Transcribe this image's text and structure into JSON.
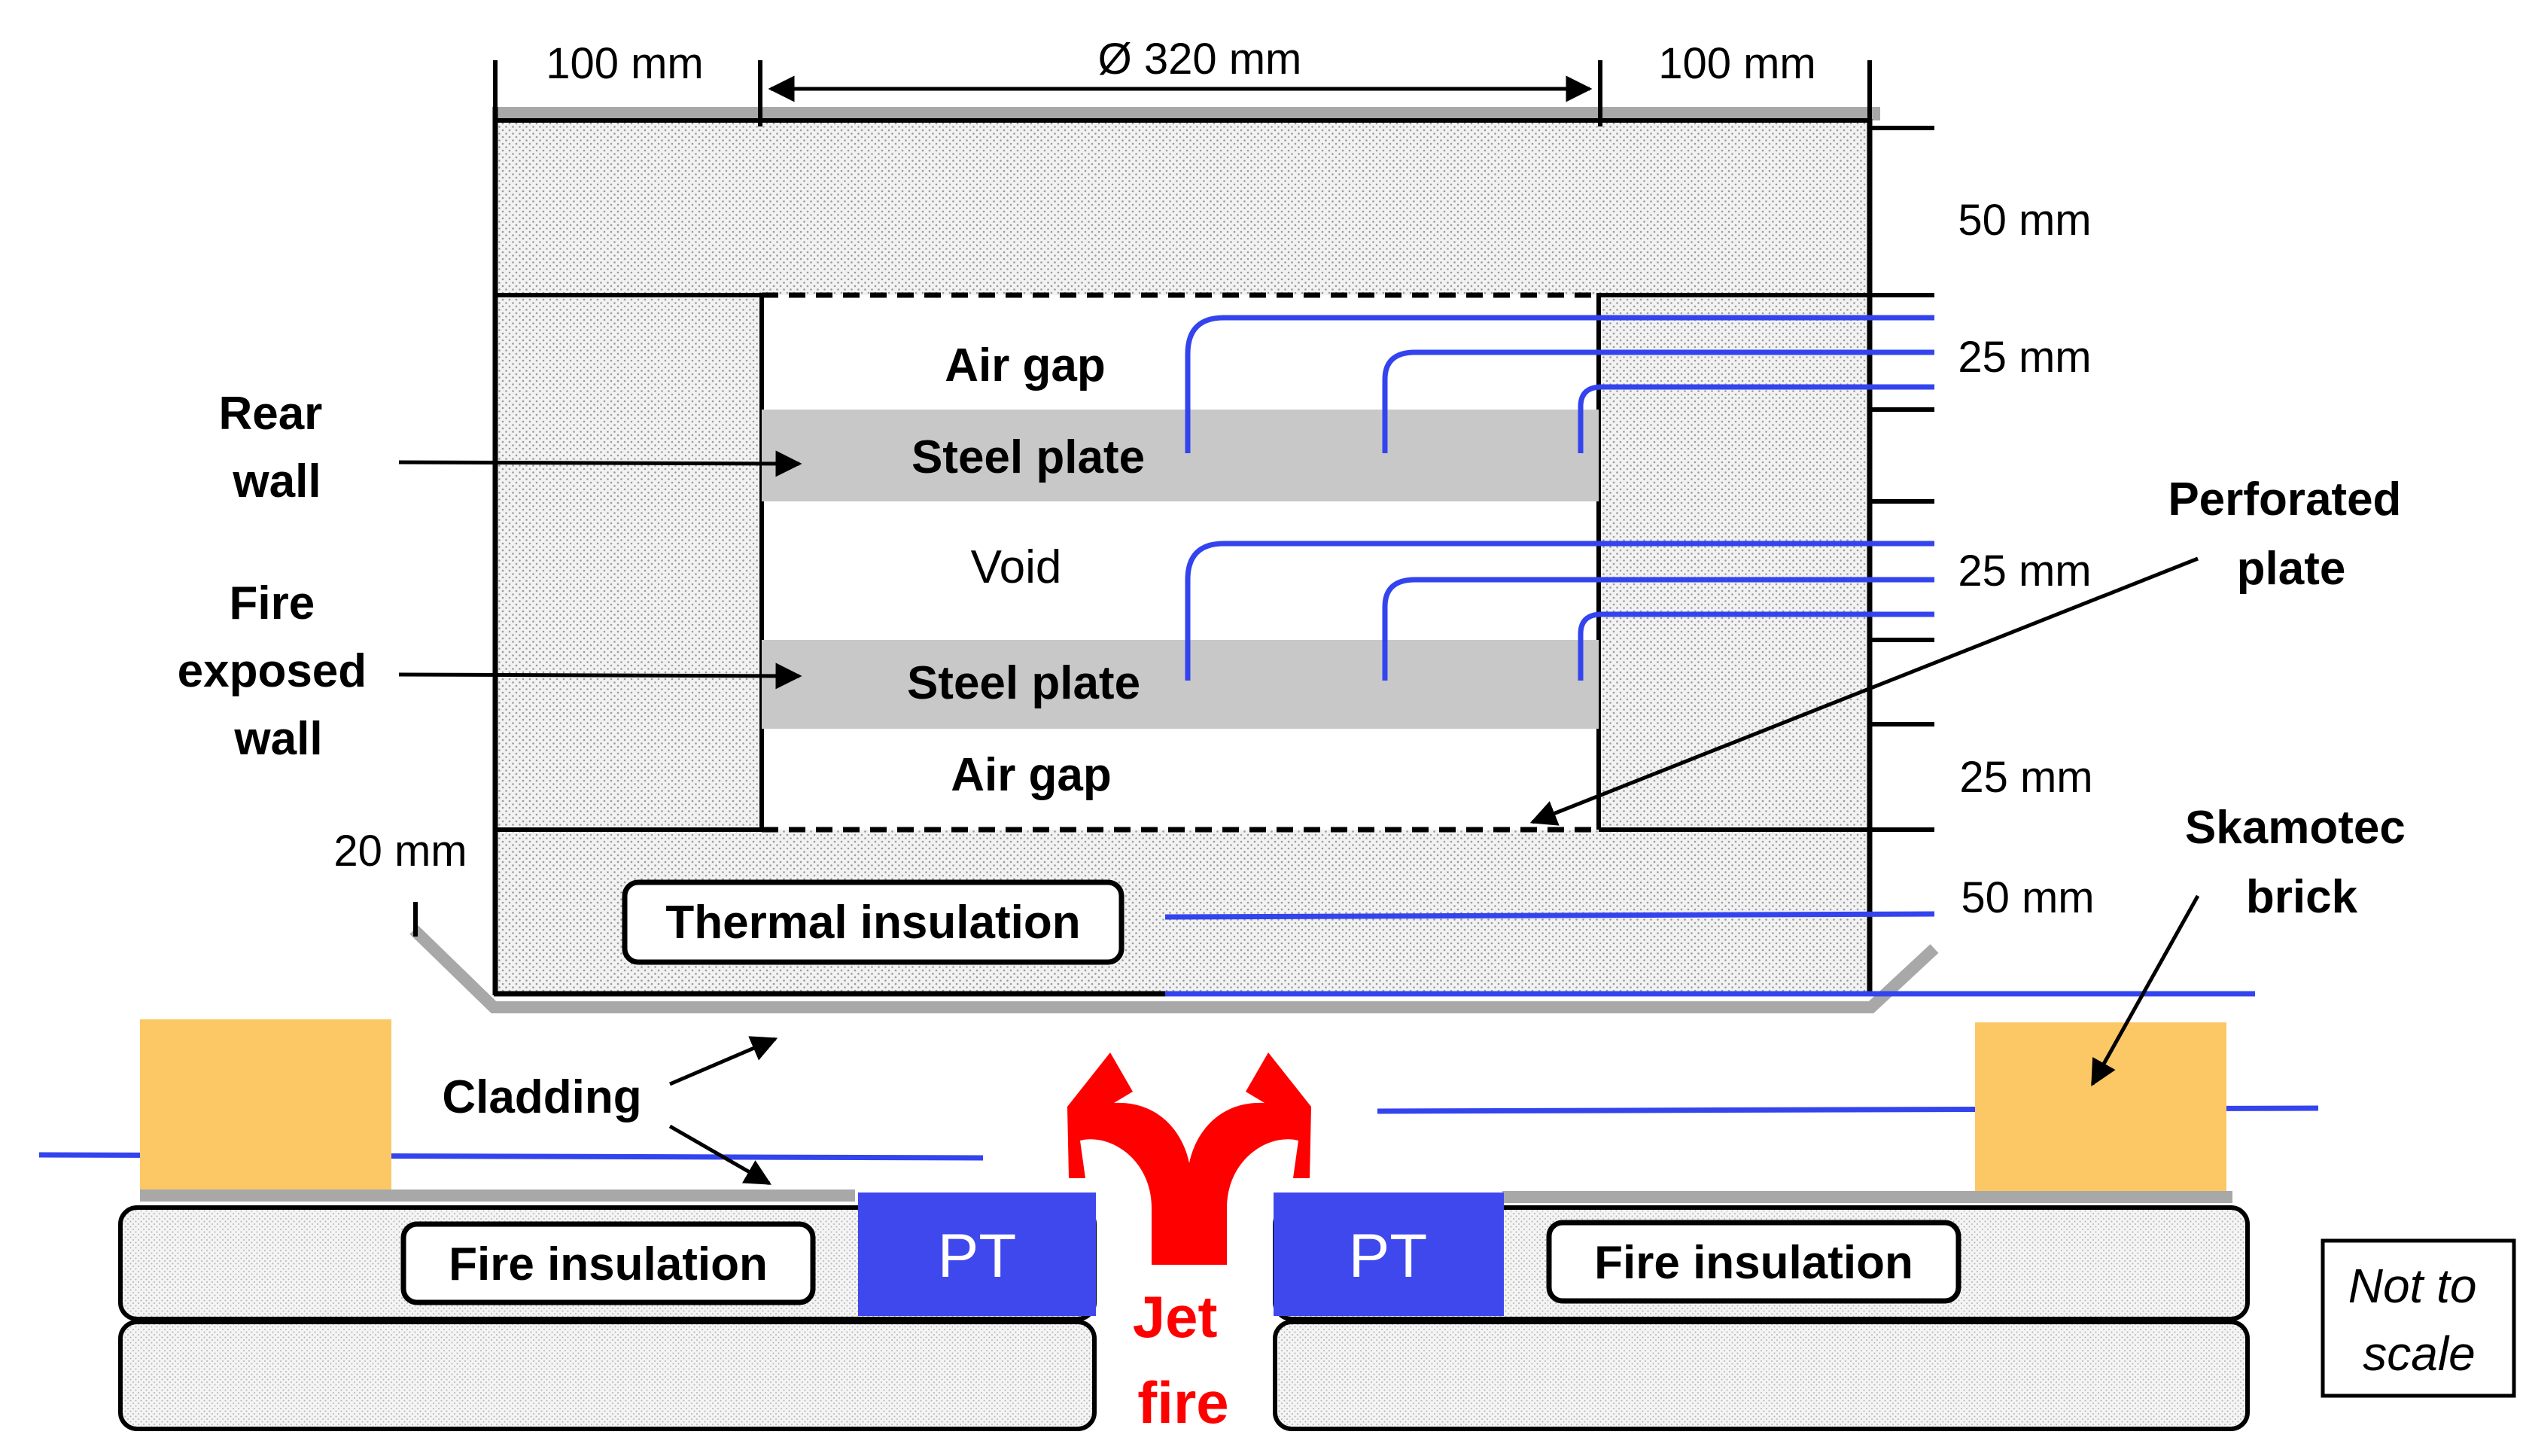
{
  "dimensions": {
    "left_side": "100 mm",
    "diameter": "Ø 320 mm",
    "right_side": "100 mm",
    "top": "50 mm",
    "upper_gap": "25 mm",
    "middle_gap": "25 mm",
    "lower_gap": "25 mm",
    "bottom": "50 mm",
    "cladding_offset": "20 mm"
  },
  "layers": {
    "air_gap_top": "Air gap",
    "steel_plate_top": "Steel plate",
    "void": "Void",
    "steel_plate_bottom": "Steel plate",
    "air_gap_bottom": "Air gap"
  },
  "labels": {
    "rear_wall": [
      "Rear",
      "wall"
    ],
    "fire_exposed_wall": [
      "Fire",
      "exposed",
      "wall"
    ],
    "perforated_plate": [
      "Perforated",
      "plate"
    ],
    "skamotec_brick": [
      "Skamotec",
      "brick"
    ],
    "thermal_insulation": "Thermal insulation",
    "cladding": "Cladding",
    "fire_insulation_left": "Fire insulation",
    "fire_insulation_right": "Fire insulation",
    "pt_left": "PT",
    "pt_right": "PT",
    "jet_fire": [
      "Jet",
      "fire"
    ],
    "scale_note": [
      "Not to",
      "scale"
    ]
  },
  "colors": {
    "thermocouple": "#3344ee",
    "steel": "#c8c8c8",
    "cladding": "#a8a8a8",
    "brick": "#fcc865",
    "pressure_transducer": "#3f48ec",
    "jet_fire": "#ff0000",
    "insulation_fill": "#ebebeb"
  }
}
